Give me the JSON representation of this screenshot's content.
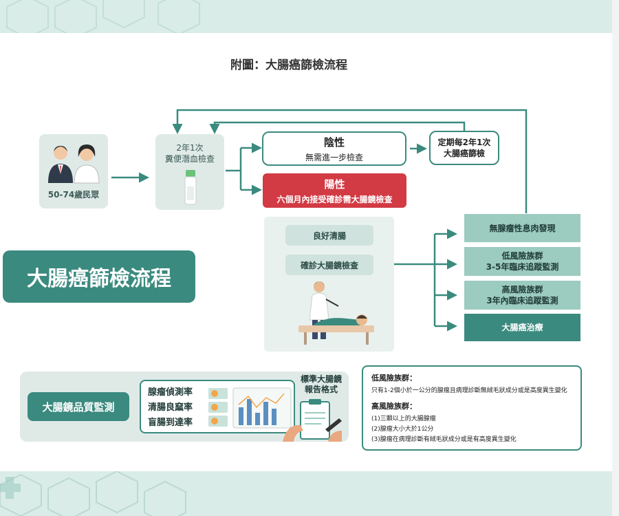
{
  "caption": "附圖：大腸癌篩檢流程",
  "population": {
    "label": "50-74歲民眾"
  },
  "fit": {
    "line1": "2年1次",
    "line2": "糞便潛血檢查"
  },
  "negative": {
    "title": "陰性",
    "subtitle": "無需進一步檢查"
  },
  "positive": {
    "title": "陽性",
    "subtitle": "六個月內接受確診需大腸鏡檢查"
  },
  "regular": {
    "line1": "定期每2年1次",
    "line2": "大腸癌篩檢"
  },
  "main_title": "大腸癌篩檢流程",
  "colonoscopy": {
    "prep": "良好清腸",
    "exam": "確診大腸鏡檢查"
  },
  "outcomes": {
    "o1": {
      "line1": "無腺瘤性息肉發現"
    },
    "o2": {
      "line1": "低風險族群",
      "line2": "3-5年臨床追蹤監測"
    },
    "o3": {
      "line1": "高風險族群",
      "line2": "3年內臨床追蹤監測"
    },
    "o4": {
      "line1": "大腸癌治療"
    }
  },
  "quality": {
    "title": "大腸鏡品質監測",
    "metrics": [
      "腺瘤偵測率",
      "清腸良窳率",
      "盲腸到達率"
    ],
    "report_line1": "標準大腸鏡",
    "report_line2": "報告格式"
  },
  "notes": {
    "low_title": "低風險族群：",
    "low_text": "只有1-2個小於一公分的腺瘤且病理診斷無絨毛狀成分或是高度異生變化",
    "high_title": "高風險族群：",
    "high_items": [
      "(1)三顆以上的大腸腺瘤",
      "(2)腺瘤大小大於1公分",
      "(3)腺瘤在病理診斷有絨毛狀成分或是有高度異生變化"
    ]
  },
  "colors": {
    "teal": "#3b8a7f",
    "red": "#d23a44",
    "light": "#dfeae7",
    "outcome": "#9ccbbf"
  },
  "icons": [
    "doctor-icon",
    "person-male-icon",
    "person-female-icon",
    "test-tube-icon",
    "patient-icon",
    "chart-icon",
    "clipboard-icon",
    "hand-icon",
    "hexagon-decoration"
  ]
}
